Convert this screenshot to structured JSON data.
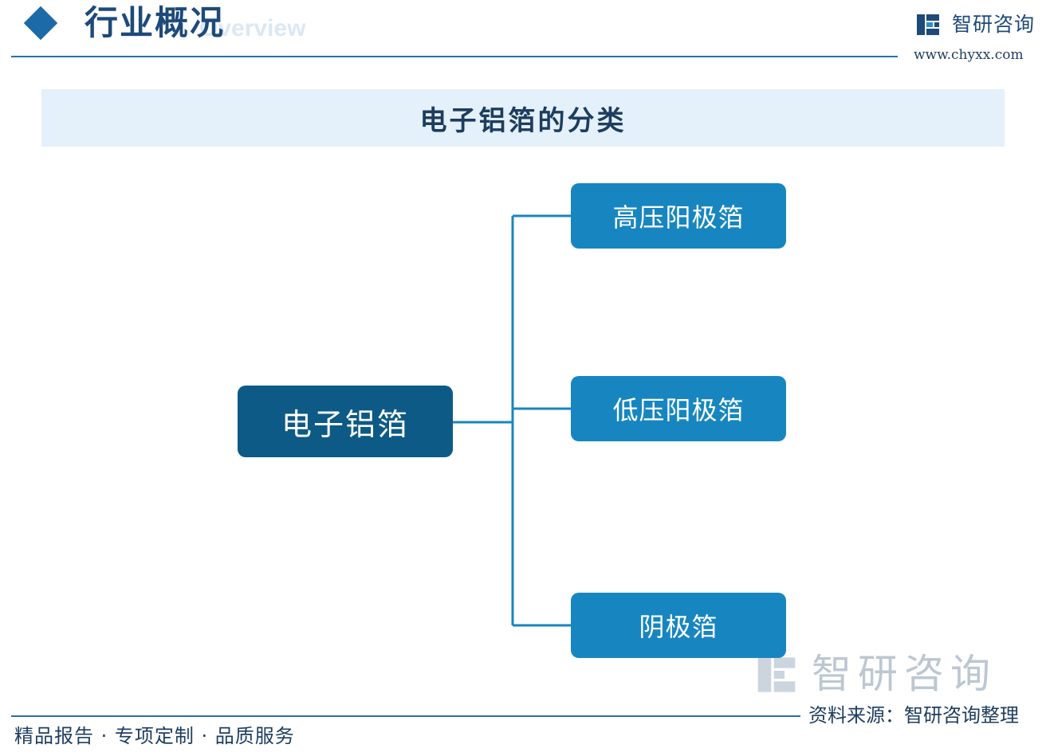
{
  "header": {
    "section_title": "行业概况",
    "section_subtitle": "Overview",
    "brand_name": "智研咨询",
    "brand_url": "www.chyxx.com"
  },
  "diagram": {
    "title": "电子铝箔的分类",
    "root": "电子铝箔",
    "children": [
      "高压阳极箔",
      "低压阳极箔",
      "阴极箔"
    ]
  },
  "footer": {
    "slogan": "精品报告 · 专项定制 · 品质服务",
    "source": "资料来源：智研咨询整理"
  },
  "watermark": {
    "brand": "智研咨询"
  },
  "colors": {
    "root_node": "#0d5a86",
    "child_node": "#1786c0",
    "connector": "#1786c0",
    "title_band": "#e4f0fa",
    "text_dark": "#1d3d5e"
  },
  "icons": [
    "diamond-bullet-icon",
    "chyxx-logo-icon"
  ]
}
